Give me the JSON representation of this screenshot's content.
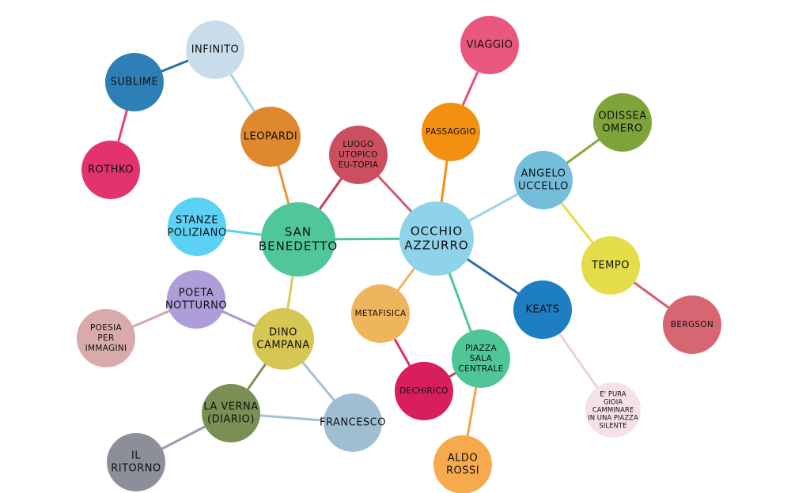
{
  "nodes": [
    {
      "id": "infinito",
      "lines": [
        "INFINITO"
      ],
      "color": "#c8dde9"
    },
    {
      "id": "sublime",
      "lines": [
        "SUBLIME"
      ],
      "color": "#2f7fb7"
    },
    {
      "id": "rothko",
      "lines": [
        "ROTHKO"
      ],
      "color": "#e2336e"
    },
    {
      "id": "leopardi",
      "lines": [
        "LEOPARDI"
      ],
      "color": "#e0882d"
    },
    {
      "id": "luogo",
      "lines": [
        "LUOGO",
        "UTOPICO",
        "EU-TOPIA"
      ],
      "color": "#cc4f60"
    },
    {
      "id": "viaggio",
      "lines": [
        "VIAGGIO"
      ],
      "color": "#e8577d"
    },
    {
      "id": "passaggio",
      "lines": [
        "PASSAGGIO"
      ],
      "color": "#f3900f"
    },
    {
      "id": "odissea",
      "lines": [
        "ODISSEA",
        "OMERO"
      ],
      "color": "#7fa43a"
    },
    {
      "id": "angelo",
      "lines": [
        "ANGELO",
        "UCCELLO"
      ],
      "color": "#74bedc"
    },
    {
      "id": "stanze",
      "lines": [
        "STANZE",
        "POLIZIANO"
      ],
      "color": "#5bd2f5"
    },
    {
      "id": "san-benedetto",
      "lines": [
        "SAN",
        "BENEDETTO"
      ],
      "color": "#4fc79a"
    },
    {
      "id": "occhio",
      "lines": [
        "OCCHIO",
        "AZZURRO"
      ],
      "color": "#8fd3ea"
    },
    {
      "id": "tempo",
      "lines": [
        "TEMPO"
      ],
      "color": "#e4dc48"
    },
    {
      "id": "bergson",
      "lines": [
        "BERGSON"
      ],
      "color": "#d86572"
    },
    {
      "id": "poeta",
      "lines": [
        "POETA",
        "NOTTURNO"
      ],
      "color": "#ad9ed9"
    },
    {
      "id": "poesia",
      "lines": [
        "POESIA",
        "PER",
        "IMMAGINI"
      ],
      "color": "#d8aaa9"
    },
    {
      "id": "dino",
      "lines": [
        "DINO",
        "CAMPANA"
      ],
      "color": "#d6c653"
    },
    {
      "id": "metafisica",
      "lines": [
        "METAFISICA"
      ],
      "color": "#eeb55d"
    },
    {
      "id": "keats",
      "lines": [
        "KEATS"
      ],
      "color": "#1d7ec4"
    },
    {
      "id": "piazza",
      "lines": [
        "PIAZZA",
        "SALA",
        "CENTRALE"
      ],
      "color": "#4ec696"
    },
    {
      "id": "dechirico",
      "lines": [
        "DECHIRICO"
      ],
      "color": "#d71f5d"
    },
    {
      "id": "gioia",
      "lines": [
        "E' PURA",
        "GIOIA",
        "CAMMINARE",
        "IN UNA PIAZZA",
        "SILENTE"
      ],
      "color": "#f6e1e8"
    },
    {
      "id": "la-verna",
      "lines": [
        "LA VERNA",
        "(DIARIO)"
      ],
      "color": "#7b8f55"
    },
    {
      "id": "francesco",
      "lines": [
        "FRANCESCO"
      ],
      "color": "#9fbed2"
    },
    {
      "id": "aldo-rossi",
      "lines": [
        "ALDO",
        "ROSSI"
      ],
      "color": "#f7a94e"
    },
    {
      "id": "il-ritorno",
      "lines": [
        "IL",
        "RITORNO"
      ],
      "color": "#8c8f99"
    }
  ],
  "edges": [
    {
      "from": "infinito",
      "to": "sublime",
      "color": "#2f6fa3"
    },
    {
      "from": "infinito",
      "to": "leopardi",
      "color": "#a9d3e3"
    },
    {
      "from": "sublime",
      "to": "rothko",
      "color": "#e24377"
    },
    {
      "from": "leopardi",
      "to": "san-benedetto",
      "color": "#e89436"
    },
    {
      "from": "luogo",
      "to": "san-benedetto",
      "color": "#c2405a"
    },
    {
      "from": "luogo",
      "to": "occhio",
      "color": "#d05a6c"
    },
    {
      "from": "viaggio",
      "to": "passaggio",
      "color": "#e54e7a"
    },
    {
      "from": "passaggio",
      "to": "occhio",
      "color": "#f3900f"
    },
    {
      "from": "odissea",
      "to": "angelo",
      "color": "#8aa83b"
    },
    {
      "from": "angelo",
      "to": "occhio",
      "color": "#9cd4e6"
    },
    {
      "from": "angelo",
      "to": "tempo",
      "color": "#e7dc4a"
    },
    {
      "from": "tempo",
      "to": "bergson",
      "color": "#d85c6c"
    },
    {
      "from": "stanze",
      "to": "san-benedetto",
      "color": "#5fd0f0"
    },
    {
      "from": "san-benedetto",
      "to": "occhio",
      "color": "#52c596"
    },
    {
      "from": "san-benedetto",
      "to": "dino",
      "color": "#d9cb57"
    },
    {
      "from": "occhio",
      "to": "metafisica",
      "color": "#f0b558"
    },
    {
      "from": "occhio",
      "to": "keats",
      "color": "#2a6eae"
    },
    {
      "from": "occhio",
      "to": "piazza",
      "color": "#4ec696"
    },
    {
      "from": "metafisica",
      "to": "dechirico",
      "color": "#d93364"
    },
    {
      "from": "piazza",
      "to": "dechirico",
      "color": "#c03a62"
    },
    {
      "from": "piazza",
      "to": "aldo-rossi",
      "color": "#f3a448"
    },
    {
      "from": "keats",
      "to": "gioia",
      "color": "#ecd0da"
    },
    {
      "from": "poeta",
      "to": "poesia",
      "color": "#d4a6b0"
    },
    {
      "from": "poeta",
      "to": "dino",
      "color": "#a898d6"
    },
    {
      "from": "dino",
      "to": "la-verna",
      "color": "#7f9350"
    },
    {
      "from": "dino",
      "to": "francesco",
      "color": "#a5c1d3"
    },
    {
      "from": "la-verna",
      "to": "francesco",
      "color": "#a5c1d3"
    },
    {
      "from": "la-verna",
      "to": "il-ritorno",
      "color": "#9a9ab0"
    }
  ]
}
